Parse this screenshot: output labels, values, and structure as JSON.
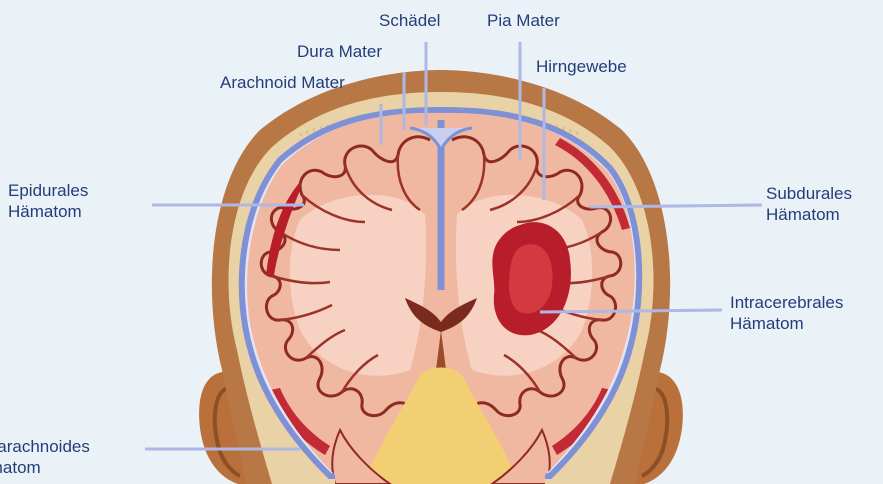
{
  "labels": {
    "schaedel": "Schädel",
    "pia_mater": "Pia Mater",
    "dura_mater": "Dura Mater",
    "hirngewebe": "Hirngewebe",
    "arachnoid_mater": "Arachnoid Mater",
    "epidurales": "Epidurales\nHämatom",
    "subdurales": "Subdurales\nHämatom",
    "intracerebrales": "Intracerebrales\nHämatom",
    "subarachnoides": "Subarachnoides\nHämatom"
  },
  "colors": {
    "background": "#eaf2f8",
    "label_text": "#233d7a",
    "leader_line": "#aeb7e6",
    "skin": "#b9703b",
    "skull": "#e9d3a6",
    "brain_tissue": "#f0b8a0",
    "gyrus_outline": "#8f2a22",
    "hematoma": "#b81d2c",
    "membrane": "#7e91d6",
    "brainstem": "#f3cf73"
  }
}
